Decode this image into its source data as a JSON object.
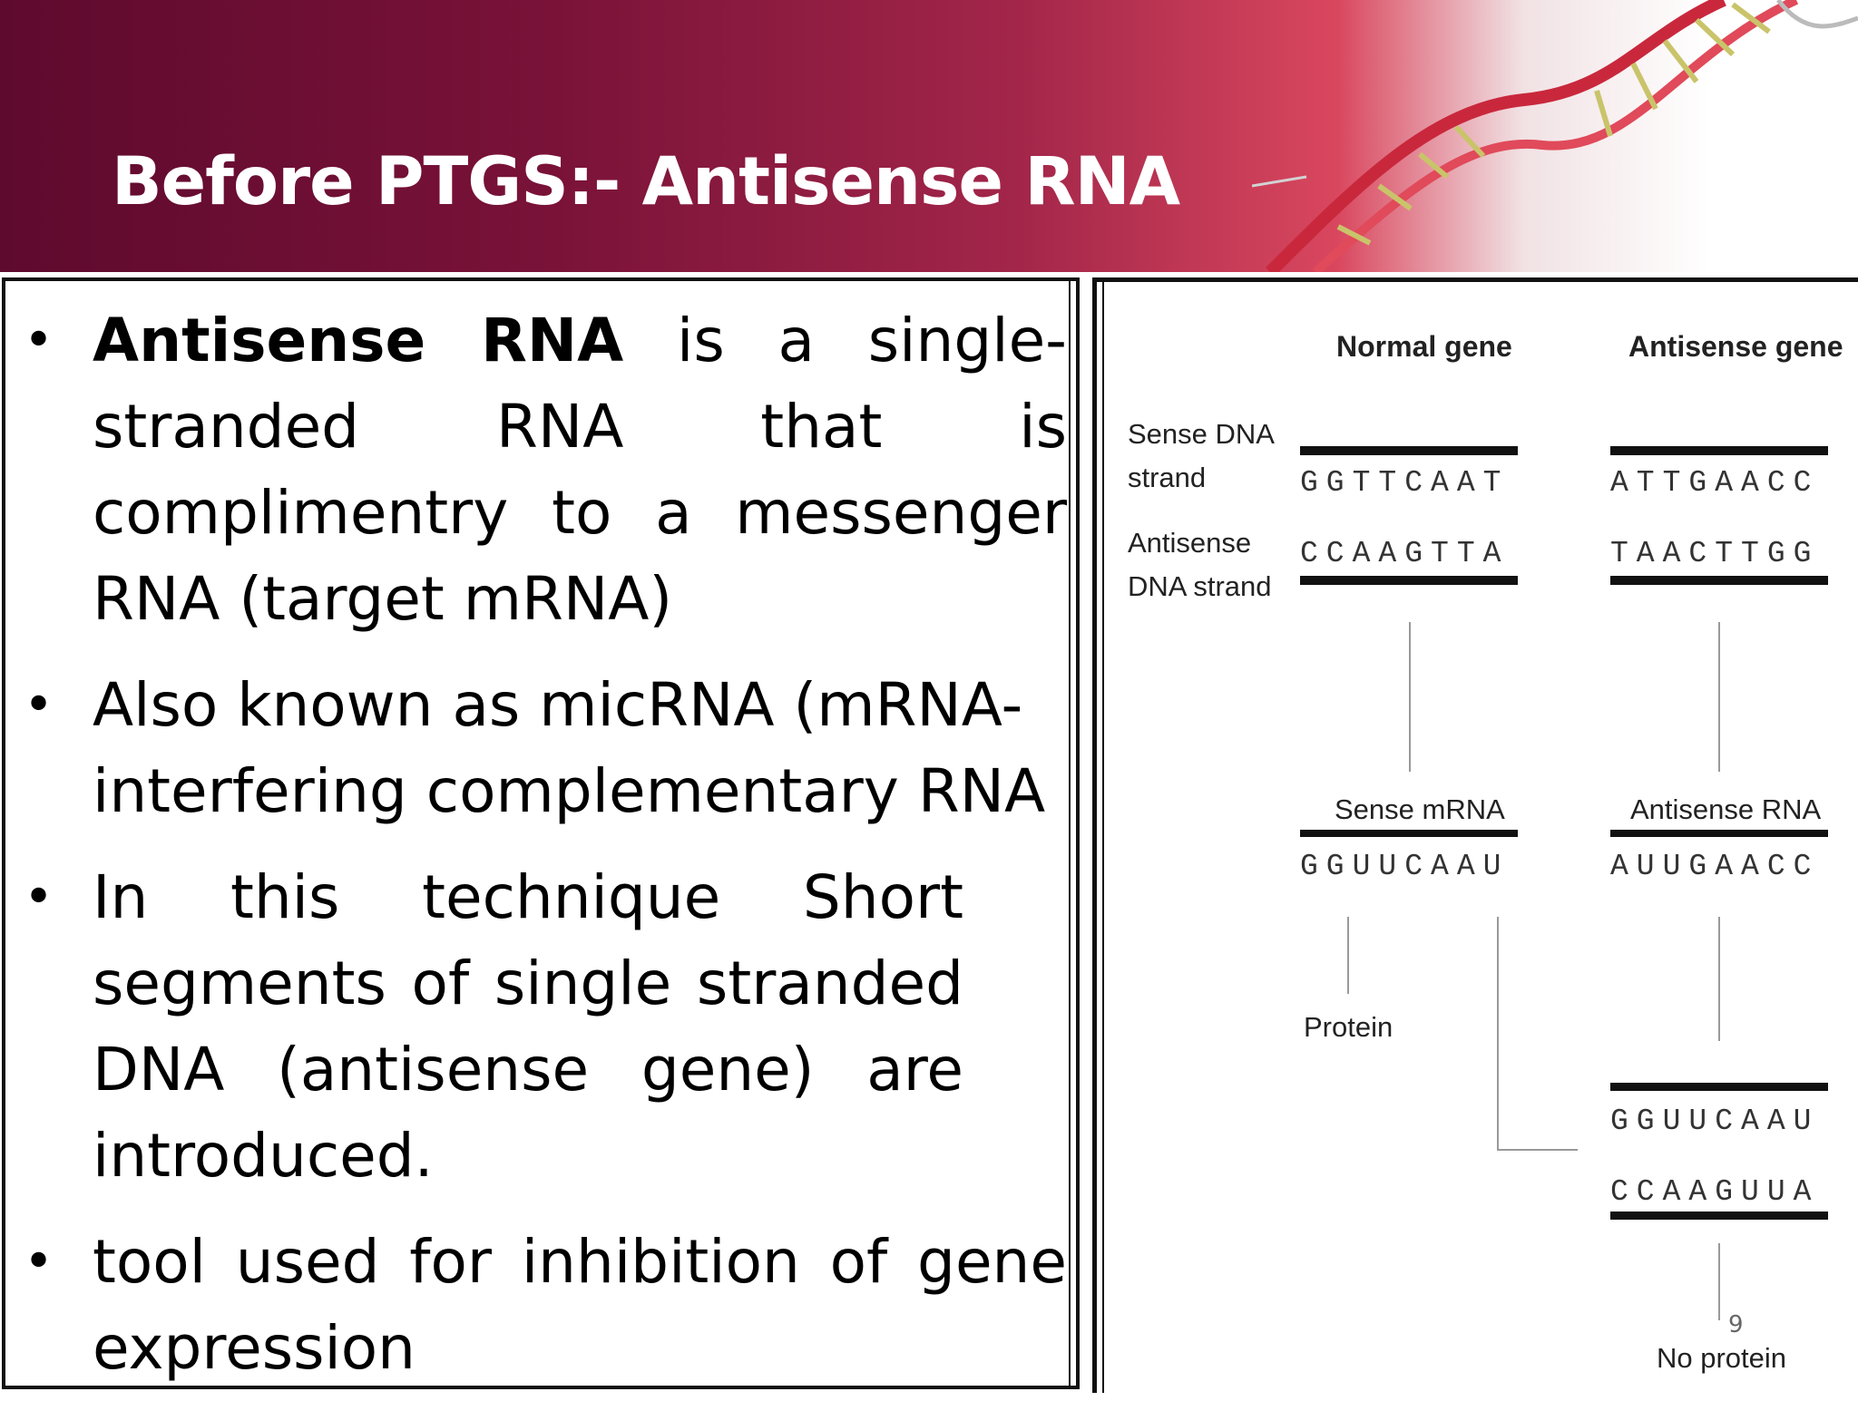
{
  "slide": {
    "title": "Before PTGS:- Antisense RNA",
    "page_number": "9"
  },
  "bullets": [
    {
      "bold": "Antisense RNA",
      "rest": " is a single-stranded RNA that is complimentry to a messenger RNA (target mRNA)"
    },
    {
      "text": "Also known as micRNA (mRNA-interfering complementary RNA"
    },
    {
      "text": "In this technique Short segments of single stranded DNA (antisense gene) are introduced."
    },
    {
      "text": "tool used for inhibition of gene expression"
    }
  ],
  "diagram": {
    "normal_gene_heading": "Normal gene",
    "antisense_gene_heading": "Antisense gene",
    "sense_dna_label_1": "Sense DNA",
    "sense_dna_label_2": "strand",
    "antisense_dna_label_1": "Antisense",
    "antisense_dna_label_2": "DNA strand",
    "normal_sense_seq": "GGTTCAAT",
    "normal_antisense_seq": "CCAAGTTA",
    "antisense_sense_seq": "ATTGAACC",
    "antisense_antisense_seq": "TAACTTGG",
    "sense_mrna_label": "Sense mRNA",
    "sense_mrna_seq": "GGUUCAAU",
    "antisense_rna_label": "Antisense RNA",
    "antisense_rna_seq": "AUUGAACC",
    "protein_label": "Protein",
    "duplex_top_seq": "GGUUCAAU",
    "duplex_bottom_seq": "CCAAGUUA",
    "no_protein_label": "No protein"
  },
  "colors": {
    "header_dark": "#5e0a2e",
    "header_mid": "#a3264a",
    "title_text": "#ffffff"
  }
}
